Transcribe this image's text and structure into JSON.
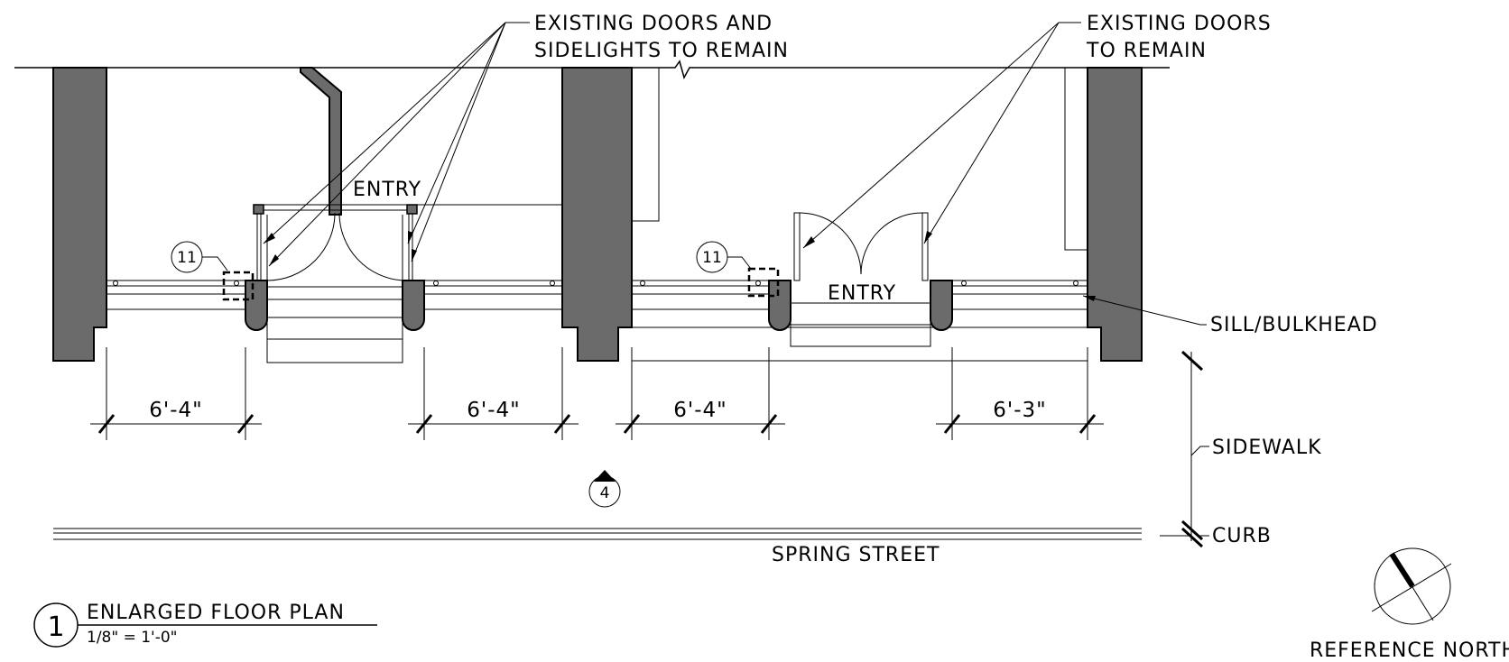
{
  "labels": {
    "existing_doors_sidelights": [
      "EXISTING DOORS AND",
      "SIDELIGHTS TO REMAIN"
    ],
    "existing_doors": [
      "EXISTING DOORS",
      "TO REMAIN"
    ],
    "entry_left": "ENTRY",
    "entry_right": "ENTRY",
    "sill_bulkhead": "SILL/BULKHEAD",
    "sidewalk": "SIDEWALK",
    "curb": "CURB",
    "street": "SPRING STREET",
    "reference_north": "REFERENCE NORTH"
  },
  "keynotes": [
    "11",
    "11"
  ],
  "section_marker": "4",
  "dimensions": [
    "6'-4\"",
    "6'-4\"",
    "6'-4\"",
    "6'-3\""
  ],
  "title_block": {
    "number": "1",
    "title": "ENLARGED FLOOR PLAN",
    "scale": "1/8\" = 1'-0\""
  }
}
